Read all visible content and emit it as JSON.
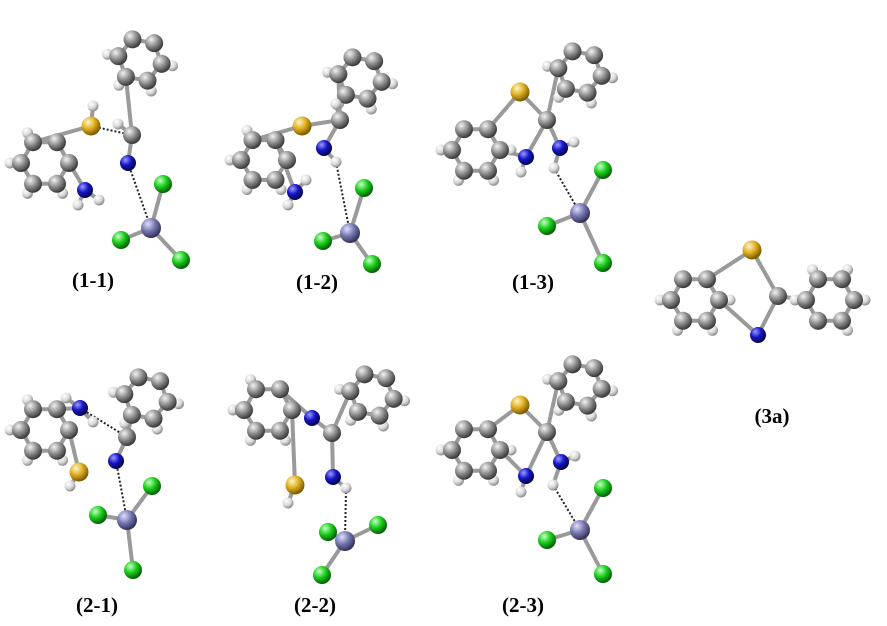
{
  "colors": {
    "carbon": "#8a8a8a",
    "hydrogen": "#e6e6e6",
    "nitrogen": "#1515c8",
    "sulfur": "#e0b020",
    "chlorine": "#1ccf1c",
    "metal": "#7a7ab4",
    "bond": "#9a9a9a",
    "dashed_bond": "#222222"
  },
  "panels": [
    {
      "id": "1-1",
      "label": "(1-1)"
    },
    {
      "id": "1-2",
      "label": "(1-2)"
    },
    {
      "id": "1-3",
      "label": "(1-3)"
    },
    {
      "id": "2-1",
      "label": "(2-1)"
    },
    {
      "id": "2-2",
      "label": "(2-2)"
    },
    {
      "id": "2-3",
      "label": "(2-3)"
    },
    {
      "id": "3a",
      "label": "(3a)"
    }
  ]
}
